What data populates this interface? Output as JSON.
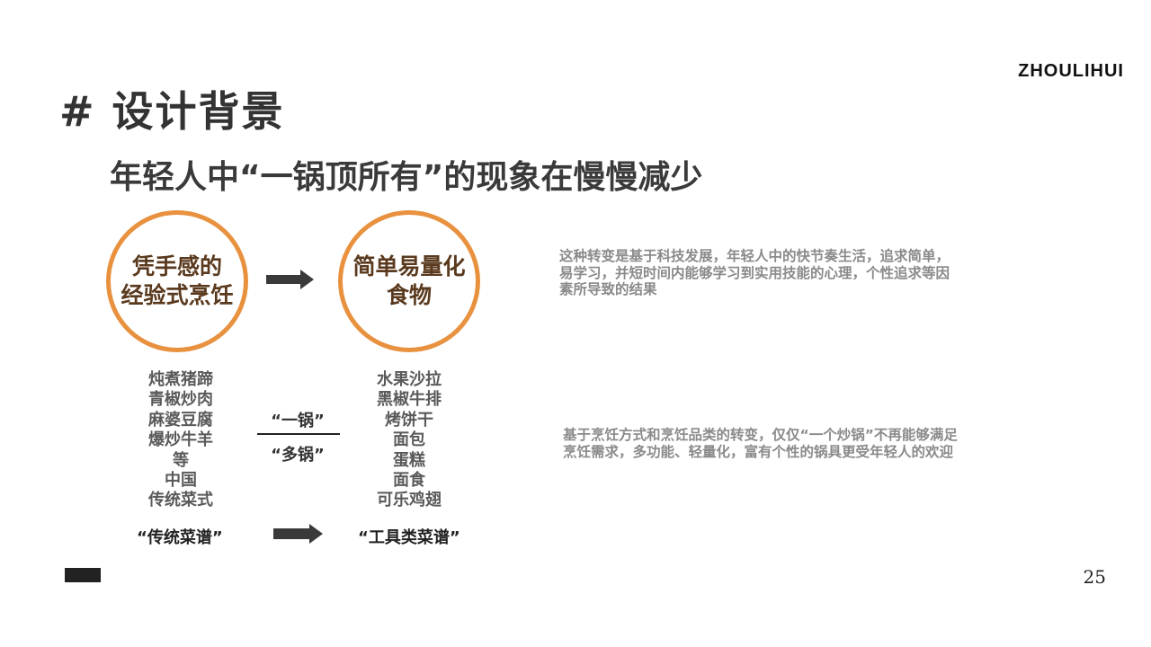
{
  "brand": "ZHOULIHUI",
  "title": "# 设计背景",
  "subtitle": "年轻人中“一锅顶所有”的现象在慢慢减少",
  "circles": {
    "left": "凭手感的\n经验式烹饪",
    "right": "简单易量化\n食物"
  },
  "dishes_left": [
    "炖煮猪蹄",
    "青椒炒肉",
    "麻婆豆腐",
    "爆炒牛羊",
    "等",
    "中国",
    "传统菜式"
  ],
  "dishes_right": [
    "水果沙拉",
    "黑椒牛排",
    "烤饼干",
    "面包",
    "蛋糕",
    "面食",
    "可乐鸡翅"
  ],
  "pots": {
    "one": "“一锅”",
    "many": "“多锅”"
  },
  "recipes": {
    "left": "“传统菜谱”",
    "right": "“工具类菜谱”"
  },
  "notes": [
    "这种转变是基于科技发展，年轻人中的快节奏生活，追求简单，易学习，并短时间内能够学习到实用技能的心理，个性追求等因素所导致的结果",
    "基于烹饪方式和烹饪品类的转变，仅仅“一个炒锅”不再能够满足烹饪需求，多功能、轻量化，富有个性的锅具更受年轻人的欢迎"
  ],
  "page_number": "25",
  "colors": {
    "accent": "#e8913f",
    "circle_text": "#5a3a1e",
    "arrow": "#3a3a3a"
  },
  "icons": {
    "transition_arrow": "right-arrow-icon"
  }
}
